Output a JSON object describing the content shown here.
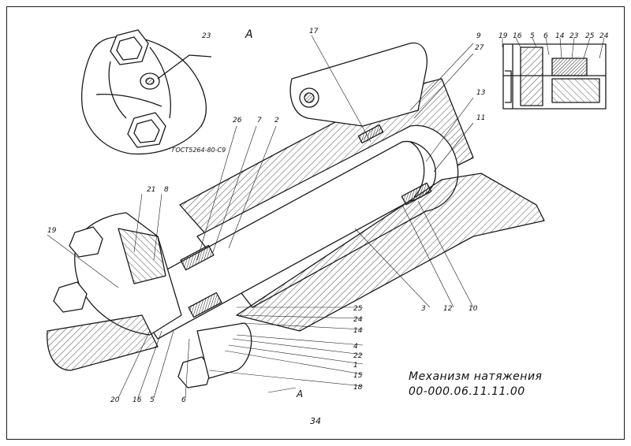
{
  "drawing": {
    "title": "Механизм натяжения",
    "code": "00-000.06.11.11.00",
    "page_number": "34",
    "view_label": "А",
    "view_arrow_label": "А",
    "standard_note": "ГОСТ5264-80-С9"
  },
  "callouts": [
    "23",
    "17",
    "9",
    "27",
    "19",
    "16",
    "5",
    "6",
    "14",
    "23",
    "25",
    "24",
    "13",
    "11",
    "26",
    "7",
    "2",
    "21",
    "8",
    "19",
    "25",
    "24",
    "14",
    "4",
    "22",
    "1",
    "15",
    "18",
    "3",
    "12",
    "10",
    "20",
    "16",
    "5",
    "6"
  ]
}
